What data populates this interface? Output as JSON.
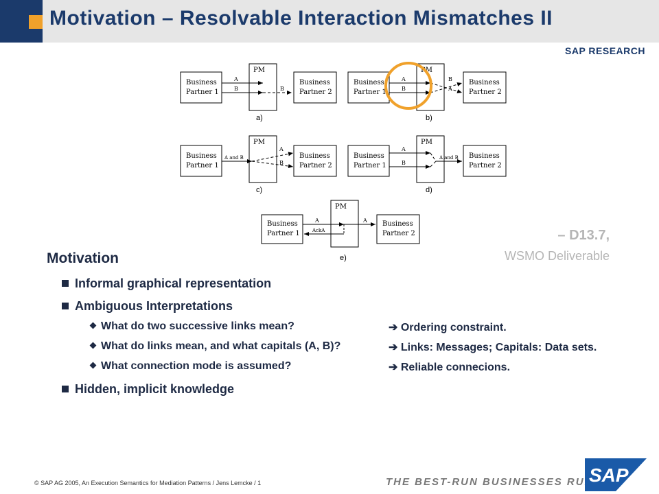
{
  "header": {
    "title": "Motivation – Resolvable Interaction Mismatches II",
    "brand": "SAP RESEARCH"
  },
  "diagram": {
    "pm": "PM",
    "bp1": [
      "Business",
      "Partner 1"
    ],
    "bp2": [
      "Business",
      "Partner 2"
    ],
    "labels": {
      "a": "a)",
      "b": "b)",
      "c": "c)",
      "d": "d)",
      "e": "e)"
    },
    "msg": {
      "A": "A",
      "B": "B",
      "AandB": "A and B",
      "AckA": "AckA"
    }
  },
  "reference": {
    "line1": "– D13.7,",
    "line2": "WSMO Deliverable"
  },
  "content": {
    "heading": "Motivation",
    "bullets": [
      "Informal graphical representation",
      "Ambiguous Interpretations",
      "Hidden, implicit knowledge"
    ],
    "subbullets": [
      {
        "question": "What do two successive links mean?",
        "answer": "Ordering constraint."
      },
      {
        "question": "What do links mean, and what capitals (A, B)?",
        "answer": "Links: Messages;  Capitals: Data sets."
      },
      {
        "question": "What connection mode is assumed?",
        "answer": "Reliable connecions."
      }
    ],
    "arrow_glyph": "➔"
  },
  "footer": {
    "copyright": "©  SAP AG 2005, An Execution Semantics for Mediation Patterns / Jens Lemcke / 1",
    "tagline": "THE BEST-RUN BUSINESSES RUN SAP",
    "logo_text": "SAP"
  },
  "colors": {
    "navy": "#1b3a6b",
    "accent_orange": "#f0a12b",
    "text": "#1e2a44",
    "reference_gray": "#b5b5b5"
  }
}
